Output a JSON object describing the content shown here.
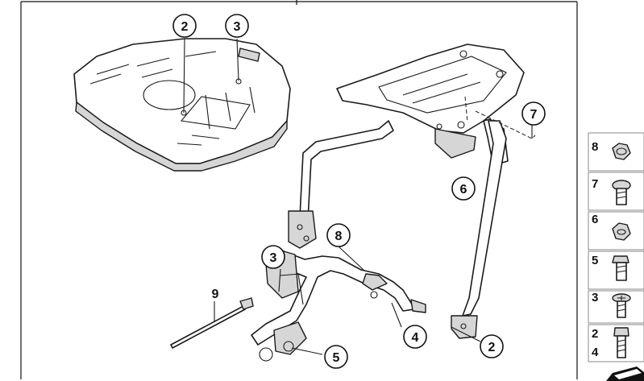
{
  "diagram": {
    "callouts": [
      {
        "id": "c-2-top",
        "label": "2"
      },
      {
        "id": "c-3-top",
        "label": "3"
      },
      {
        "id": "c-7",
        "label": "7"
      },
      {
        "id": "c-6",
        "label": "6"
      },
      {
        "id": "c-8",
        "label": "8"
      },
      {
        "id": "c-3-mid",
        "label": "3"
      },
      {
        "id": "c-4",
        "label": "4"
      },
      {
        "id": "c-5",
        "label": "5"
      },
      {
        "id": "c-2-bottom",
        "label": "2"
      }
    ],
    "plain_labels": [
      {
        "id": "l-9",
        "label": "9"
      }
    ]
  },
  "parts_strip": [
    {
      "labels": [
        "8"
      ],
      "icon": "hex-nut-icon"
    },
    {
      "labels": [
        "7"
      ],
      "icon": "round-head-bolt-icon"
    },
    {
      "labels": [
        "6"
      ],
      "icon": "flange-nut-icon"
    },
    {
      "labels": [
        "5"
      ],
      "icon": "hex-bolt-icon"
    },
    {
      "labels": [
        "3"
      ],
      "icon": "phillips-screw-icon"
    },
    {
      "labels": [
        "2",
        "4"
      ],
      "icon": "hex-flange-bolt-icon"
    }
  ],
  "colors": {
    "line": "#1a1a1a",
    "shade": "#d6d6d6",
    "background": "#ffffff"
  }
}
